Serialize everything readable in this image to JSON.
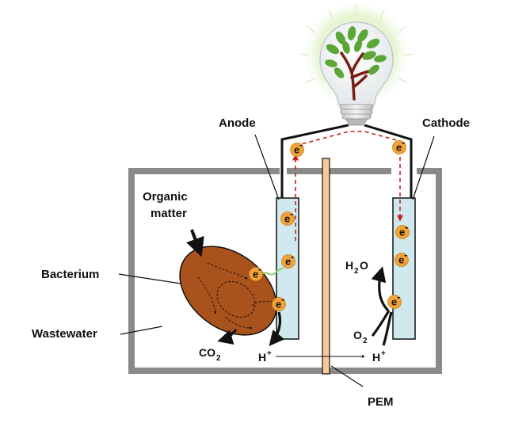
{
  "labels": {
    "anode": "Anode",
    "cathode": "Cathode",
    "organic_matter_line1": "Organic",
    "organic_matter_line2": "matter",
    "bacterium": "Bacterium",
    "wastewater": "Wastewater",
    "pem": "PEM",
    "co2_base": "CO",
    "co2_sub": "2",
    "h_plus_left_base": "H",
    "h_plus_left_sup": "+",
    "h_plus_right_base": "H",
    "h_plus_right_sup": "+",
    "h2o_base_h": "H",
    "h2o_sub": "2",
    "h2o_base_o": "O",
    "o2_base": "O",
    "o2_sub": "2"
  },
  "electron": {
    "base": "e",
    "sup": "-"
  },
  "colors": {
    "tank": "#8a8a8a",
    "electrode_fill": "#cfe9ef",
    "membrane_fill": "#f5c99a",
    "bacterium_fill": "#a9521c",
    "electron_fill": "#f2a23a",
    "flow_arrow": "#c8201a",
    "nanowire": "#8bd16a",
    "leaf": "#5aa637",
    "trunk": "#7a1e14"
  },
  "icons": [
    "light-bulb-icon",
    "tree-icon",
    "electron-icon"
  ]
}
